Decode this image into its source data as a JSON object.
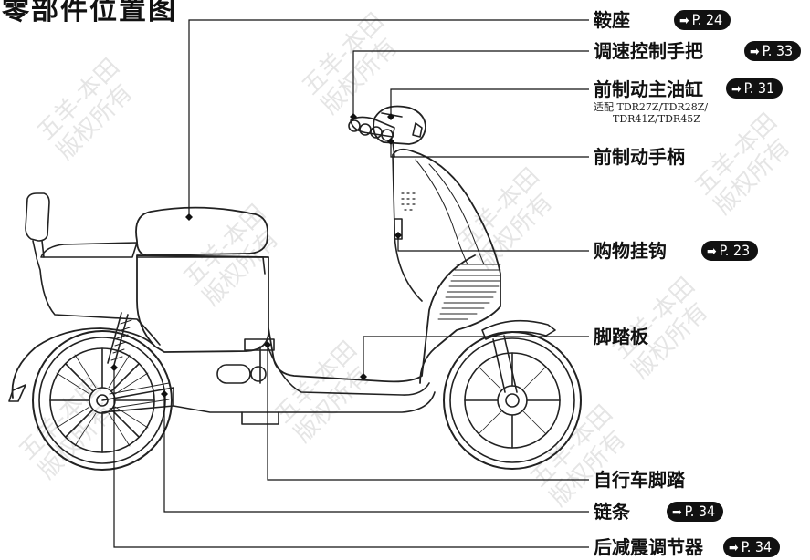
{
  "title": "零部件位置图",
  "watermark": "五羊-本田\n版权所有",
  "parts": [
    {
      "id": "saddle",
      "label": "鞍座",
      "page": "P. 24"
    },
    {
      "id": "speed-grip",
      "label": "调速控制手把",
      "page": "P. 33"
    },
    {
      "id": "front-master-cylinder",
      "label": "前制动主油缸",
      "page": "P. 31",
      "note": "适配 TDR27Z/TDR28Z/\n      TDR41Z/TDR45Z"
    },
    {
      "id": "front-brake-lever",
      "label": "前制动手柄"
    },
    {
      "id": "shopping-hook",
      "label": "购物挂钩",
      "page": "P. 23"
    },
    {
      "id": "footboard",
      "label": "脚踏板"
    },
    {
      "id": "bicycle-pedal",
      "label": "自行车脚踏"
    },
    {
      "id": "chain",
      "label": "链条",
      "page": "P. 34"
    },
    {
      "id": "rear-shock-adjuster",
      "label": "后减震调节器",
      "page": "P. 34"
    }
  ],
  "badge_arrow": "➡"
}
